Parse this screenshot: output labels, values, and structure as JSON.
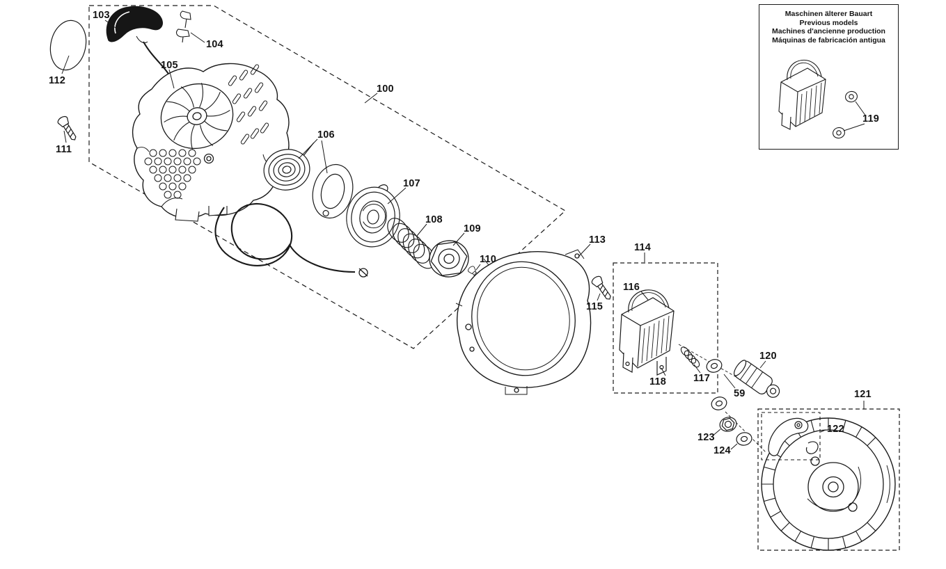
{
  "diagram": {
    "background": "#ffffff",
    "line_color": "#1a1a1a"
  },
  "inset": {
    "lines": [
      "Maschinen älterer Bauart",
      "Previous models",
      "Machines d'ancienne production",
      "Máquinas de fabricación antigua"
    ]
  },
  "parts": {
    "n100": "100",
    "n103": "103",
    "n104": "104",
    "n105": "105",
    "n106": "106",
    "n107": "107",
    "n108": "108",
    "n109": "109",
    "n110": "110",
    "n111": "111",
    "n112": "112",
    "n113": "113",
    "n114": "114",
    "n115": "115",
    "n116": "116",
    "n117": "117",
    "n118": "118",
    "n119": "119",
    "n120": "120",
    "n121": "121",
    "n122": "122",
    "n123": "123",
    "n124": "124",
    "n59": "59"
  }
}
